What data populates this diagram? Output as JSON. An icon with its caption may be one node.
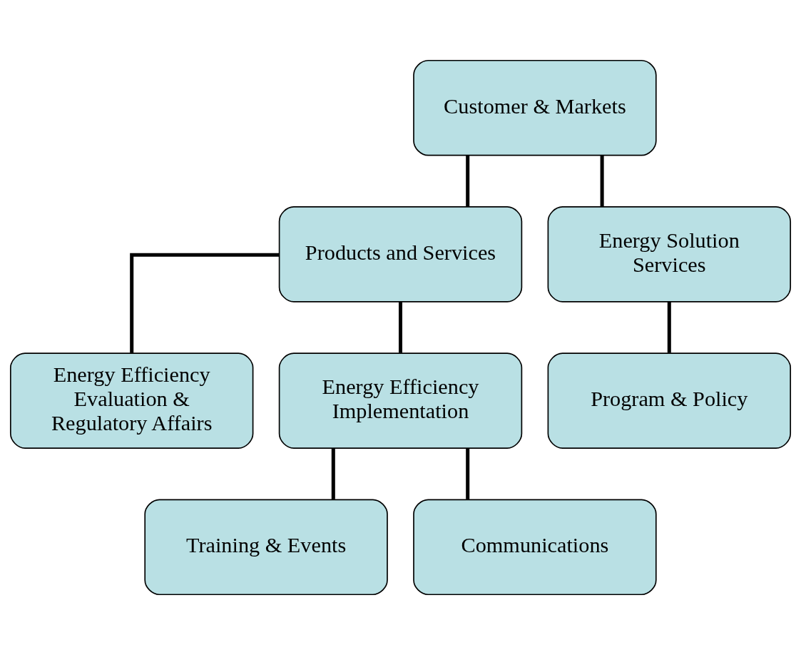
{
  "diagram": {
    "nodes": [
      {
        "text": [
          "Customer & Markets"
        ]
      },
      {
        "text": [
          "Products and Services"
        ]
      },
      {
        "text": [
          "Energy Solution Services"
        ]
      },
      {
        "text": [
          "Energy Efficiency Evaluation & Regulatory Affairs"
        ]
      },
      {
        "text": [
          "Energy Efficiency Implementation"
        ]
      },
      {
        "text": [
          "Program & Policy"
        ]
      },
      {
        "text": [
          "Training & Events"
        ]
      },
      {
        "text": [
          "Communications"
        ]
      }
    ],
    "edges": [
      {
        "from": 0,
        "to": 1,
        "arrow": "none"
      },
      {
        "from": 0,
        "to": 2,
        "arrow": "none"
      },
      {
        "from": 1,
        "to": 3,
        "arrow": "none"
      },
      {
        "from": 1,
        "to": 4,
        "arrow": "none"
      },
      {
        "from": 2,
        "to": 5,
        "arrow": "none"
      },
      {
        "from": 4,
        "to": 6,
        "arrow": "none"
      },
      {
        "from": 4,
        "to": 7,
        "arrow": "none"
      }
    ]
  }
}
